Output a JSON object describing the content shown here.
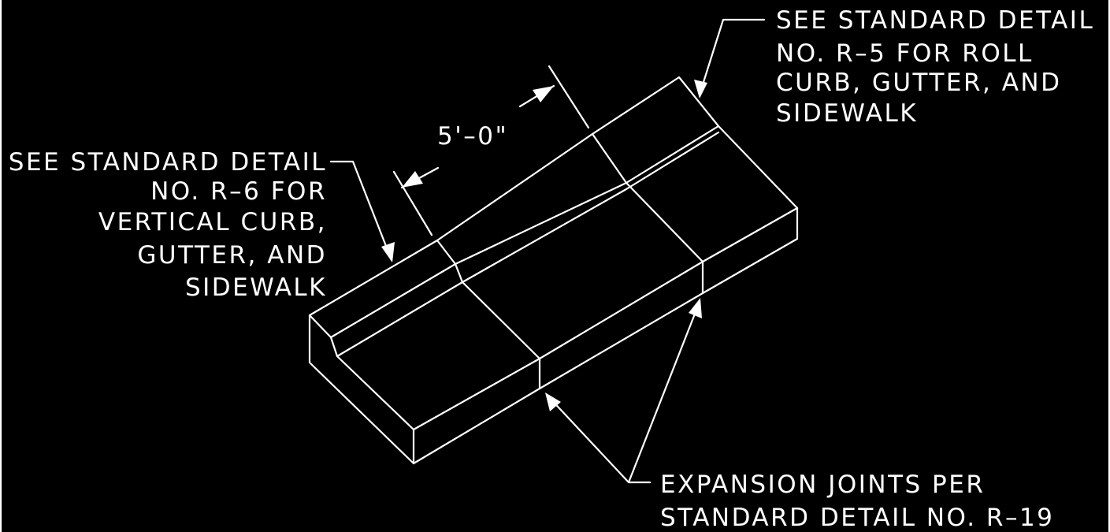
{
  "drawing": {
    "dimension_label": "5'–0\"",
    "note_roll": [
      "SEE STANDARD DETAIL",
      "NO. R–5 FOR ROLL",
      "CURB, GUTTER, AND",
      "SIDEWALK"
    ],
    "note_vertical": [
      "SEE STANDARD DETAIL",
      "NO. R–6 FOR",
      "VERTICAL CURB,",
      "GUTTER, AND",
      "SIDEWALK"
    ],
    "note_joints": [
      "EXPANSION JOINTS PER",
      "STANDARD DETAIL NO. R–19"
    ]
  },
  "colors": {
    "background": "#000000",
    "linework": "#ffffff"
  }
}
